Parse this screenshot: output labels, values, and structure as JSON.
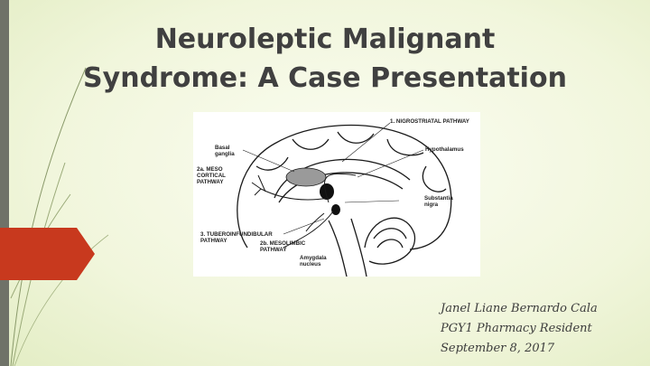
{
  "slide": {
    "title_line1": "Neuroleptic Malignant",
    "title_line2": "Syndrome: A Case Presentation"
  },
  "diagram": {
    "labels": {
      "nigrostriatal": "1. NIGROSTRIATAL PATHWAY",
      "basal": "Basal\nganglia",
      "hypothalamus": "Hypothalamus",
      "mesocortical": "2a. MESO\nCORTICAL\nPATHWAY",
      "substantia": "Substantia\nnigra",
      "tuberoinfundibular": "3. TUBEROINFUNDIBULAR\nPATHWAY",
      "mesolimbic": "2b. MESOLIMBIC\nPATHWAY",
      "amygdala": "Amygdala\nnucleus"
    }
  },
  "author": {
    "name": "Janel Liane Bernardo Cala",
    "role": "PGY1 Pharmacy Resident",
    "date": "September 8, 2017"
  },
  "colors": {
    "accent": "#c8391e",
    "sidebar": "#6f7268",
    "title": "#404040"
  }
}
